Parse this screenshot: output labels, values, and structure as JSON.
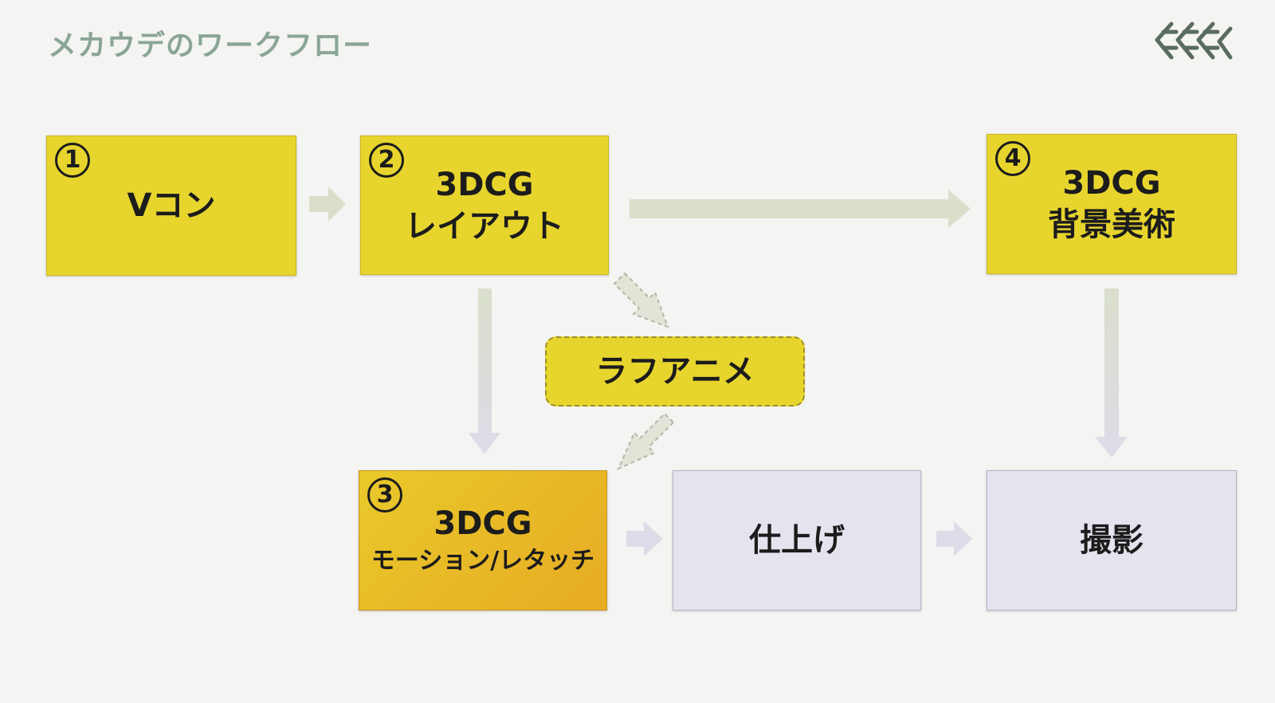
{
  "title": "メカウデのワークフロー",
  "colors": {
    "title": "#8aa597",
    "step_yellow": "#e7d52e",
    "step_orange": "#e7ab24",
    "step_pending": "#e5e3ee",
    "arrow_green": "#d9dfcb",
    "arrow_lavender": "#dedbe8"
  },
  "steps": {
    "vcon": {
      "number": "1",
      "label": "Vコン"
    },
    "layout": {
      "number": "2",
      "line1": "3DCG",
      "line2": "レイアウト"
    },
    "motion": {
      "number": "3",
      "line1": "3DCG",
      "line2": "モーション/レタッチ"
    },
    "background": {
      "number": "4",
      "line1": "3DCG",
      "line2": "背景美術"
    },
    "rough": {
      "label": "ラフアニメ"
    },
    "finish": {
      "label": "仕上げ"
    },
    "photo": {
      "label": "撮影"
    }
  }
}
